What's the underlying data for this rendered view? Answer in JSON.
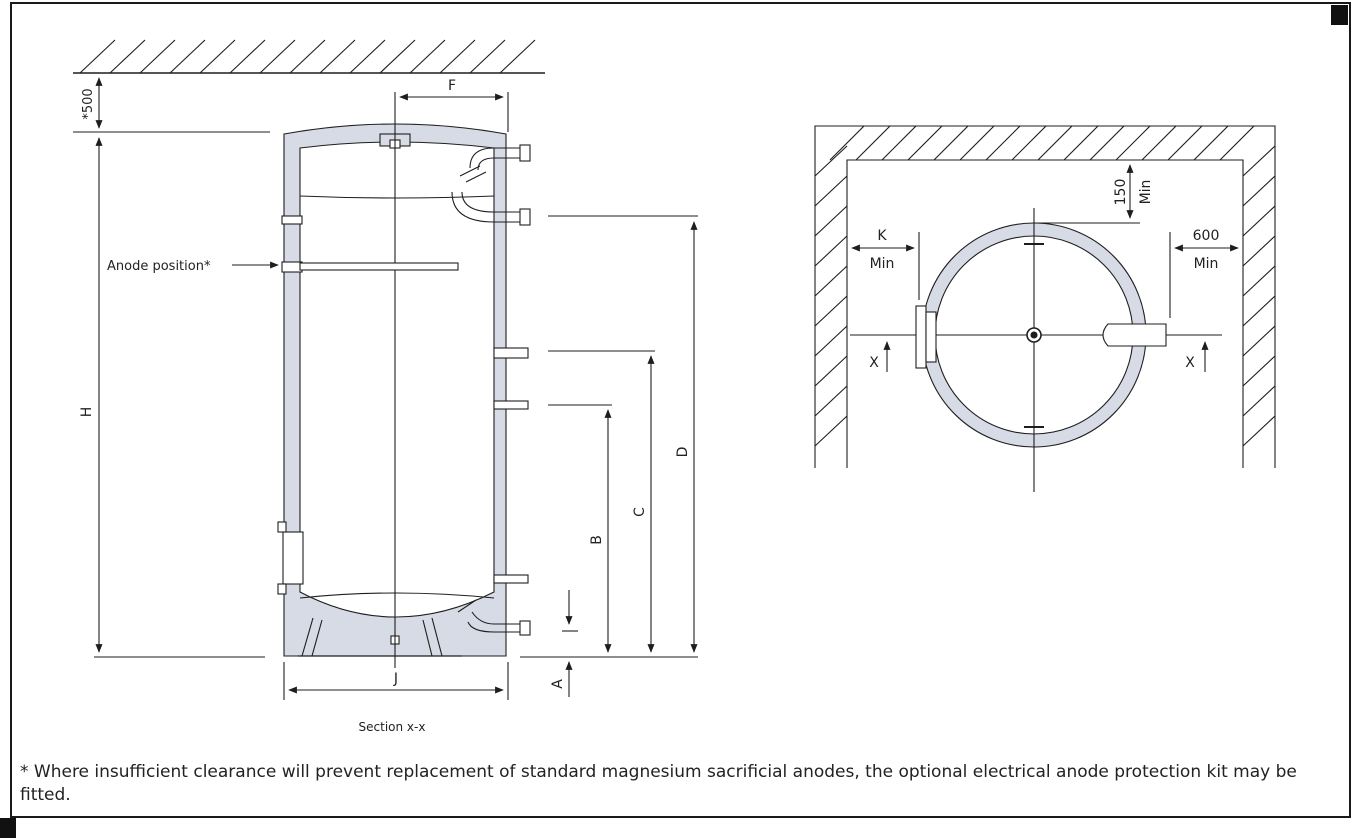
{
  "labels": {
    "clearance_top": "*500",
    "F": "F",
    "H": "H",
    "anode_position": "Anode position*",
    "D": "D",
    "C": "C",
    "B": "B",
    "A": "A",
    "J": "J",
    "section": "Section x-x",
    "clearance_150": "150",
    "min": "Min",
    "K": "K",
    "clearance_600": "600",
    "X": "X"
  },
  "note": "* Where insufficient clearance will prevent replacement of standard magnesium sacrificial anodes, the optional electrical anode protection kit may be fitted.",
  "colors": {
    "insulation": "#d7dbe6",
    "line": "#1e1e1e"
  }
}
